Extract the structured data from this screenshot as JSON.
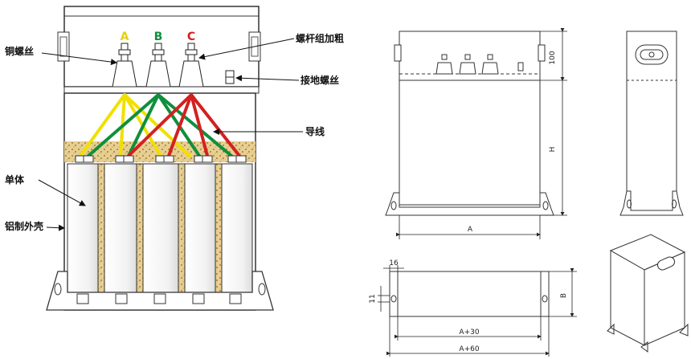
{
  "left_diagram": {
    "phases": [
      {
        "label": "A",
        "color": "#e8d200"
      },
      {
        "label": "B",
        "color": "#0f8f3c"
      },
      {
        "label": "C",
        "color": "#d42020"
      }
    ],
    "callouts": {
      "copper_screw": "铜螺丝",
      "thick_stud": "螺杆组加粗",
      "ground_screw": "接地螺丝",
      "wire": "导线",
      "cell": "单体",
      "aluminum_shell": "铝制外壳"
    }
  },
  "front_view": {
    "dim_top": "100",
    "dim_height": "H",
    "dim_width": "A"
  },
  "top_view": {
    "dim_16": "16",
    "dim_11": "11",
    "dim_depth": "B",
    "dim_a30": "A+30",
    "dim_a60": "A+60"
  }
}
